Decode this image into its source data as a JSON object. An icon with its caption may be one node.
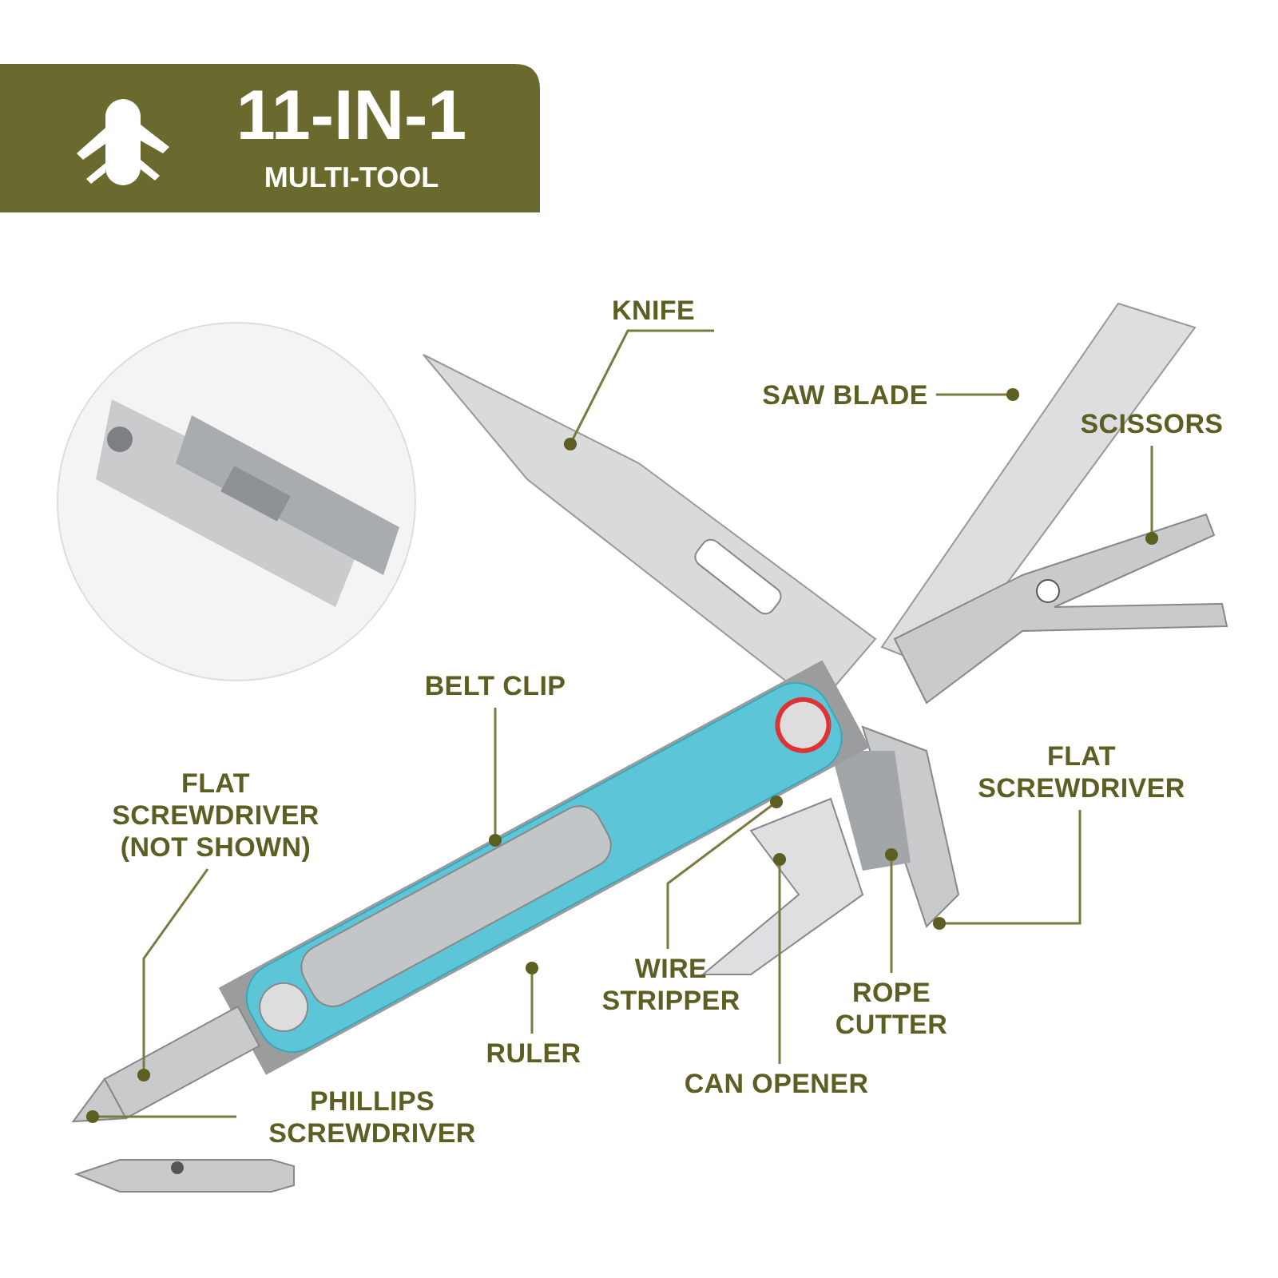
{
  "diagram": {
    "title": "11-IN-1",
    "labels": [
      "MULTI-TOOL"
    ],
    "nodes": [
      {
        "text": [
          "KNIFE"
        ]
      },
      {
        "text": [
          "SAW BLADE"
        ]
      },
      {
        "text": [
          "SCISSORS"
        ]
      },
      {
        "text": [
          "BELT CLIP"
        ]
      },
      {
        "text": [
          "FLAT SCREWDRIVER (NOT SHOWN)"
        ]
      },
      {
        "text": [
          "PHILLIPS SCREWDRIVER"
        ]
      },
      {
        "text": [
          "RULER"
        ]
      },
      {
        "text": [
          "WIRE STRIPPER"
        ]
      },
      {
        "text": [
          "CAN OPENER"
        ]
      },
      {
        "text": [
          "ROPE CUTTER"
        ]
      },
      {
        "text": [
          "FLAT SCREWDRIVER"
        ]
      }
    ],
    "edges": [
      {
        "from": 0,
        "to": null,
        "arrow": "other"
      },
      {
        "from": 1,
        "to": null,
        "arrow": "other"
      },
      {
        "from": 2,
        "to": null,
        "arrow": "other"
      },
      {
        "from": 3,
        "to": null,
        "arrow": "other"
      },
      {
        "from": 4,
        "to": null,
        "arrow": "other"
      },
      {
        "from": 5,
        "to": null,
        "arrow": "other"
      },
      {
        "from": 6,
        "to": null,
        "arrow": "other"
      },
      {
        "from": 7,
        "to": null,
        "arrow": "other"
      },
      {
        "from": 8,
        "to": null,
        "arrow": "other"
      },
      {
        "from": 9,
        "to": null,
        "arrow": "other"
      },
      {
        "from": 10,
        "to": null,
        "arrow": "other"
      }
    ]
  }
}
